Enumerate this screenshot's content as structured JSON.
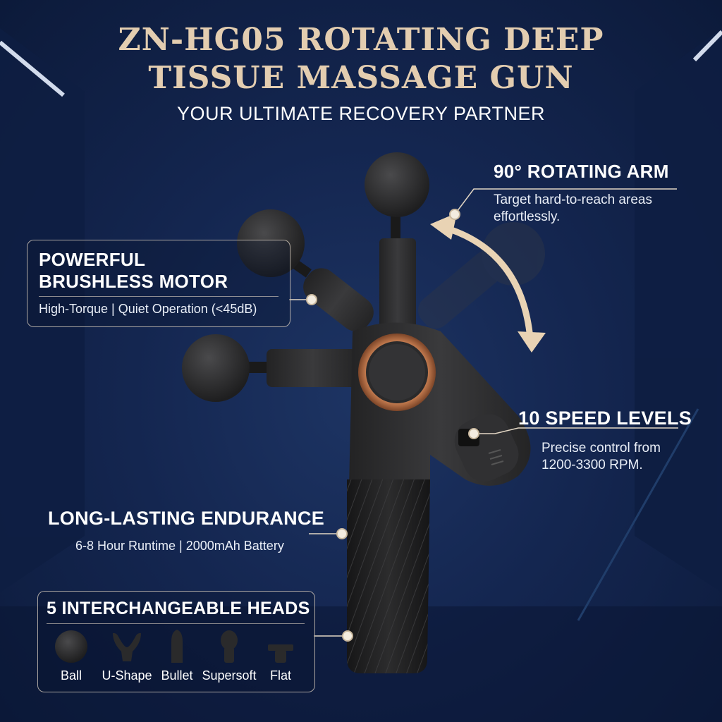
{
  "title_line1": "ZN-HG05 ROTATING DEEP",
  "title_line2": "TISSUE MASSAGE GUN",
  "subtitle": "YOUR ULTIMATE RECOVERY PARTNER",
  "features": {
    "arm": {
      "heading": "90° ROTATING ARM",
      "desc_line1": "Target hard-to-reach areas",
      "desc_line2": "effortlessly."
    },
    "motor": {
      "heading_line1": "POWERFUL",
      "heading_line2": "BRUSHLESS MOTOR",
      "desc": "High-Torque | Quiet Operation (<45dB)"
    },
    "speed": {
      "heading": "10 SPEED LEVELS",
      "desc_line1": "Precise control from",
      "desc_line2": "1200-3300 RPM."
    },
    "endurance": {
      "heading": "LONG-LASTING ENDURANCE",
      "desc": "6-8 Hour Runtime | 2000mAh Battery"
    },
    "heads": {
      "heading": "5 INTERCHANGEABLE HEADS",
      "items": [
        {
          "label": "Ball",
          "icon": "ball-head-icon"
        },
        {
          "label": "U-Shape",
          "icon": "u-shape-head-icon"
        },
        {
          "label": "Bullet",
          "icon": "bullet-head-icon"
        },
        {
          "label": "Supersoft",
          "icon": "supersoft-head-icon"
        },
        {
          "label": "Flat",
          "icon": "flat-head-icon"
        }
      ]
    }
  },
  "colors": {
    "title": "#e3cdb0",
    "accent": "#e9d3b4",
    "background": "#142650",
    "device": "#2b2b2c",
    "ring": "#b06d45"
  }
}
